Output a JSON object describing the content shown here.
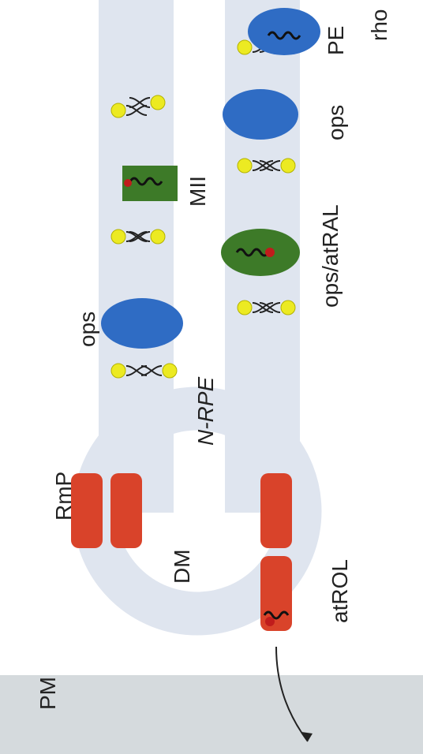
{
  "labels": {
    "rho": "rho",
    "pe": "PE",
    "ops_top": "ops",
    "mii": "MII",
    "ops_atral": "ops/atRAL",
    "ops_bottom": "ops",
    "n_rpe": "N-RPE",
    "rmp": "RmP",
    "dm": "DM",
    "atrol": "atROL",
    "pm": "PM"
  },
  "colors": {
    "membrane": "#dfe5ef",
    "pm": "#d5dadd",
    "rhodopsin_blue": "#2f6cc4",
    "meta_green": "#3d7a28",
    "transporter_red": "#d9432a",
    "lipid_yellow": "#ecea22",
    "retinal_red": "#c01c1c",
    "ink": "#222222"
  },
  "icons": {
    "lipid": "phospholipid-icon",
    "retinoid": "retinoid-chain-icon"
  }
}
